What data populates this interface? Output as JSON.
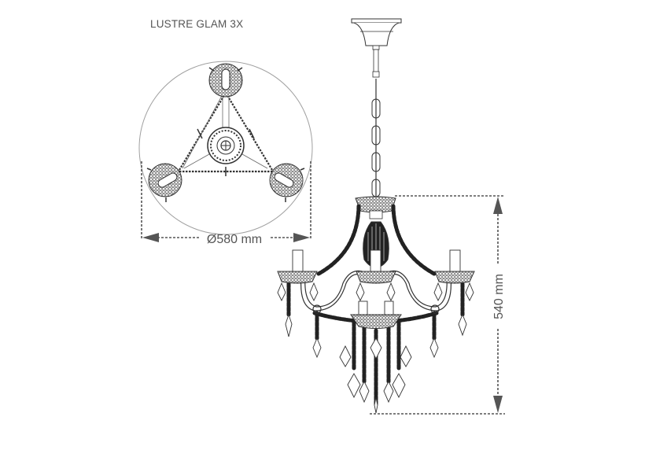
{
  "title": "LUSTRE GLAM 3X",
  "top_view": {
    "label": "top-view",
    "diameter_label": "Ø580 mm",
    "diameter_value_mm": 580,
    "arms": 3
  },
  "side_view": {
    "label": "side-view",
    "height_label": "540 mm",
    "height_value_mm": 540,
    "candles": 5
  },
  "colors": {
    "line": "#333333",
    "dimension": "#555555",
    "circle": "#999999",
    "background": "#ffffff"
  }
}
